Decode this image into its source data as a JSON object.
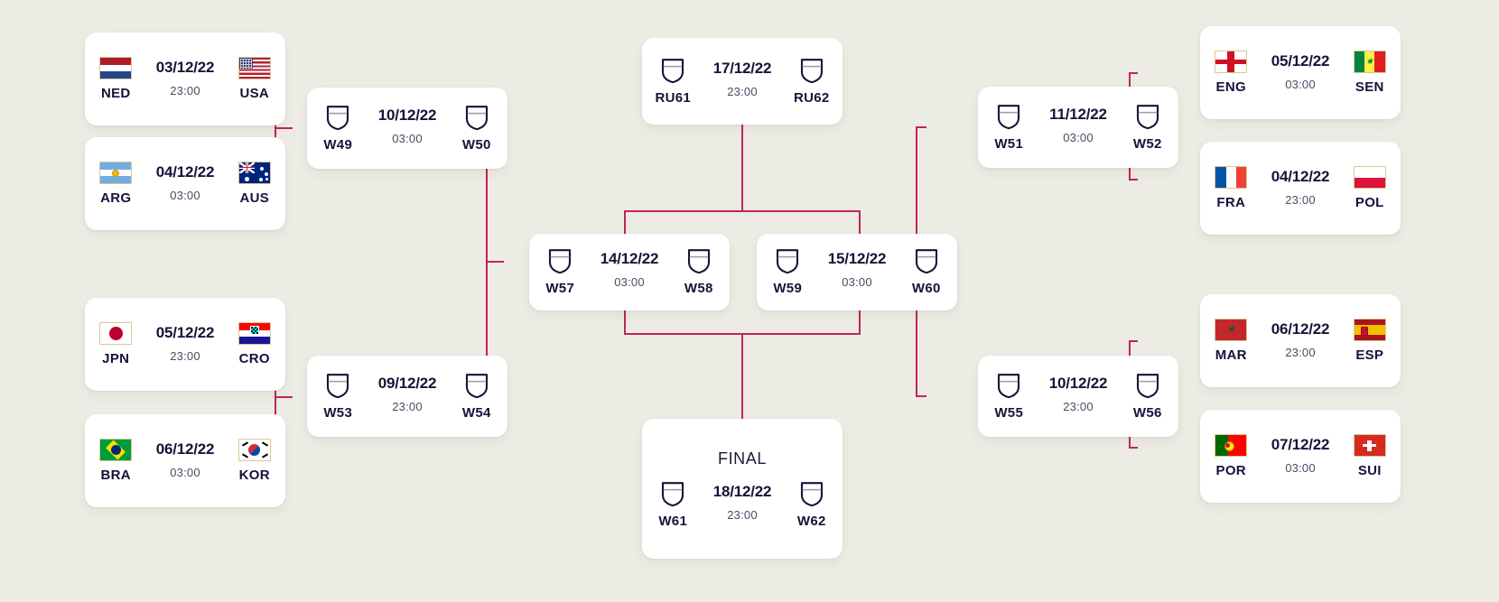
{
  "theme": {
    "background": "#edece4",
    "card_background": "#ffffff",
    "connector_color": "#c2235e",
    "text_dark": "#14143a",
    "text_muted": "#4a4a62",
    "flag_border": "#d9c79a"
  },
  "final_label": "FINAL",
  "matches": {
    "r16_1": {
      "home": {
        "code": "NED",
        "icon": "flag-ned"
      },
      "away": {
        "code": "USA",
        "icon": "flag-usa"
      },
      "date": "03/12/22",
      "time": "23:00"
    },
    "r16_2": {
      "home": {
        "code": "ARG",
        "icon": "flag-arg"
      },
      "away": {
        "code": "AUS",
        "icon": "flag-aus"
      },
      "date": "04/12/22",
      "time": "03:00"
    },
    "r16_3": {
      "home": {
        "code": "JPN",
        "icon": "flag-jpn"
      },
      "away": {
        "code": "CRO",
        "icon": "flag-cro"
      },
      "date": "05/12/22",
      "time": "23:00"
    },
    "r16_4": {
      "home": {
        "code": "BRA",
        "icon": "flag-bra"
      },
      "away": {
        "code": "KOR",
        "icon": "flag-kor"
      },
      "date": "06/12/22",
      "time": "03:00"
    },
    "r16_5": {
      "home": {
        "code": "ENG",
        "icon": "flag-eng"
      },
      "away": {
        "code": "SEN",
        "icon": "flag-sen"
      },
      "date": "05/12/22",
      "time": "03:00"
    },
    "r16_6": {
      "home": {
        "code": "FRA",
        "icon": "flag-fra"
      },
      "away": {
        "code": "POL",
        "icon": "flag-pol"
      },
      "date": "04/12/22",
      "time": "23:00"
    },
    "r16_7": {
      "home": {
        "code": "MAR",
        "icon": "flag-mar"
      },
      "away": {
        "code": "ESP",
        "icon": "flag-esp"
      },
      "date": "06/12/22",
      "time": "23:00"
    },
    "r16_8": {
      "home": {
        "code": "POR",
        "icon": "flag-por"
      },
      "away": {
        "code": "SUI",
        "icon": "flag-sui"
      },
      "date": "07/12/22",
      "time": "03:00"
    },
    "qf_1": {
      "home": {
        "code": "W49",
        "icon": "shield-placeholder"
      },
      "away": {
        "code": "W50",
        "icon": "shield-placeholder"
      },
      "date": "10/12/22",
      "time": "03:00"
    },
    "qf_2": {
      "home": {
        "code": "W53",
        "icon": "shield-placeholder"
      },
      "away": {
        "code": "W54",
        "icon": "shield-placeholder"
      },
      "date": "09/12/22",
      "time": "23:00"
    },
    "qf_3": {
      "home": {
        "code": "W51",
        "icon": "shield-placeholder"
      },
      "away": {
        "code": "W52",
        "icon": "shield-placeholder"
      },
      "date": "11/12/22",
      "time": "03:00"
    },
    "qf_4": {
      "home": {
        "code": "W55",
        "icon": "shield-placeholder"
      },
      "away": {
        "code": "W56",
        "icon": "shield-placeholder"
      },
      "date": "10/12/22",
      "time": "23:00"
    },
    "sf_1": {
      "home": {
        "code": "W57",
        "icon": "shield-placeholder"
      },
      "away": {
        "code": "W58",
        "icon": "shield-placeholder"
      },
      "date": "14/12/22",
      "time": "03:00"
    },
    "sf_2": {
      "home": {
        "code": "W59",
        "icon": "shield-placeholder"
      },
      "away": {
        "code": "W60",
        "icon": "shield-placeholder"
      },
      "date": "15/12/22",
      "time": "03:00"
    },
    "third_place": {
      "home": {
        "code": "RU61",
        "icon": "shield-placeholder"
      },
      "away": {
        "code": "RU62",
        "icon": "shield-placeholder"
      },
      "date": "17/12/22",
      "time": "23:00"
    },
    "final": {
      "home": {
        "code": "W61",
        "icon": "shield-placeholder"
      },
      "away": {
        "code": "W62",
        "icon": "shield-placeholder"
      },
      "date": "18/12/22",
      "time": "23:00"
    }
  }
}
